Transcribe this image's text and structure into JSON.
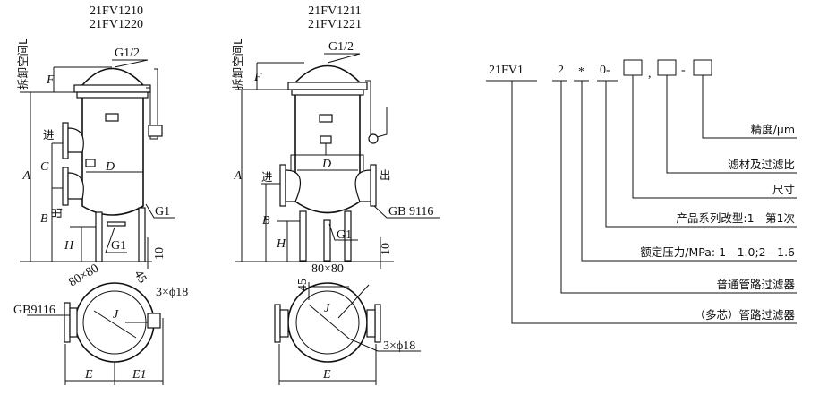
{
  "left_view": {
    "models": [
      "21FV1210",
      "21FV1220"
    ],
    "removal_space": "拆卸空间L",
    "vent": "G1/2",
    "inlet": "进",
    "outlet": "出",
    "drain_side": "G1",
    "drain_bottom": "G1",
    "dims": {
      "A": "A",
      "B": "B",
      "C": "C",
      "D": "D",
      "F": "F",
      "H": "H",
      "ten": "10"
    },
    "plan": {
      "flange_std": "GB9116",
      "square": "80×80",
      "offset": "45",
      "holes": "3×ϕ18",
      "E": "E",
      "E1": "E1",
      "J": "J"
    }
  },
  "right_view": {
    "models": [
      "21FV1211",
      "21FV1221"
    ],
    "removal_space": "拆卸空间L",
    "vent": "G1/2",
    "inlet": "进",
    "outlet": "出",
    "flange_std": "GB 9116",
    "drain_bottom": "G1",
    "dims": {
      "A": "A",
      "B": "B",
      "D": "D",
      "F": "F",
      "H": "H",
      "ten": "10"
    },
    "plan": {
      "square": "80×80",
      "offset": "45",
      "holes": "3×ϕ18",
      "E": "E",
      "J": "J"
    }
  },
  "model_code": {
    "parts": [
      "21FV1",
      "2",
      "*",
      "0-",
      ",",
      "-"
    ],
    "labels": [
      "精度/μm",
      "滤材及过滤比",
      "尺寸",
      "产品系列改型:1—第1次",
      "额定压力/MPa: 1—1.0;2—1.6",
      "普通管路过滤器",
      "（多芯）管路过滤器"
    ]
  }
}
